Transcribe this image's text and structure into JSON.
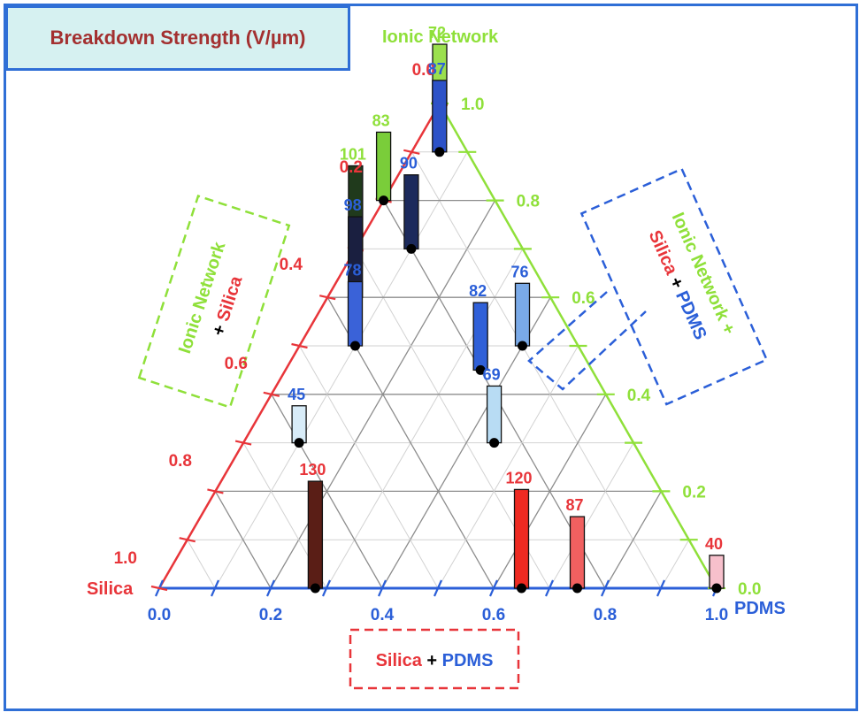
{
  "title": "Breakdown Strength (V/µm)",
  "colors": {
    "silica": "#e8353a",
    "pdms": "#2b5fd8",
    "ionic": "#8fe03a",
    "frame": "#2f6fd6",
    "title_bg": "#d6f1f1",
    "title_text": "#a33030"
  },
  "chart_data": {
    "type": "ternary",
    "vertices": {
      "left": "Silica",
      "right": "PDMS",
      "top": "Ionic Network"
    },
    "axes": {
      "bottom": {
        "component": "PDMS",
        "ticks": [
          "0.0",
          "0.2",
          "0.4",
          "0.6",
          "0.8",
          "1.0"
        ],
        "tick_values": [
          0,
          0.2,
          0.4,
          0.6,
          0.8,
          1.0
        ]
      },
      "left": {
        "component": "Silica",
        "ticks": [
          "0.0",
          "0.2",
          "0.4",
          "0.6",
          "0.8",
          "1.0"
        ],
        "tick_values": [
          0,
          0.2,
          0.4,
          0.6,
          0.8,
          1.0
        ]
      },
      "right": {
        "component": "Ionic Network",
        "ticks": [
          "0.0",
          "0.2",
          "0.4",
          "0.6",
          "0.8",
          "1.0"
        ],
        "tick_values": [
          0,
          0.2,
          0.4,
          0.6,
          0.8,
          1.0
        ]
      }
    },
    "points": [
      {
        "value": 72,
        "pdms": 0.0,
        "ionic": 1.0,
        "label_color": "ionic",
        "bar_color": "#9be04e"
      },
      {
        "value": 87,
        "pdms": 0.05,
        "ionic": 0.9,
        "label_color": "pdms",
        "bar_color": "#2d52c8"
      },
      {
        "value": 83,
        "pdms": 0.0,
        "ionic": 0.8,
        "label_color": "ionic",
        "bar_color": "#7acd3a"
      },
      {
        "value": 101,
        "pdms": 0.0,
        "ionic": 0.7,
        "label_color": "ionic",
        "bar_color": "#203a1c"
      },
      {
        "value": 90,
        "pdms": 0.1,
        "ionic": 0.7,
        "label_color": "pdms",
        "bar_color": "#1c2a5c"
      },
      {
        "value": 98,
        "pdms": 0.05,
        "ionic": 0.6,
        "label_color": "pdms",
        "bar_color": "#1a1f40"
      },
      {
        "value": 78,
        "pdms": 0.1,
        "ionic": 0.5,
        "label_color": "pdms",
        "bar_color": "#3a62d8"
      },
      {
        "value": 82,
        "pdms": 0.35,
        "ionic": 0.45,
        "label_color": "pdms",
        "bar_color": "#3060d8"
      },
      {
        "value": 76,
        "pdms": 0.4,
        "ionic": 0.5,
        "label_color": "pdms",
        "bar_color": "#7aaae8"
      },
      {
        "value": 45,
        "pdms": 0.1,
        "ionic": 0.3,
        "label_color": "pdms",
        "bar_color": "#d8ecf8"
      },
      {
        "value": 69,
        "pdms": 0.45,
        "ionic": 0.3,
        "label_color": "pdms",
        "bar_color": "#b8dcf4"
      },
      {
        "value": 130,
        "pdms": 0.28,
        "ionic": 0.0,
        "label_color": "silica",
        "bar_color": "#5a1e16"
      },
      {
        "value": 120,
        "pdms": 0.65,
        "ionic": 0.0,
        "label_color": "silica",
        "bar_color": "#ee2a22"
      },
      {
        "value": 87,
        "pdms": 0.75,
        "ionic": 0.0,
        "label_color": "silica",
        "bar_color": "#f06060"
      },
      {
        "value": 40,
        "pdms": 1.0,
        "ionic": 0.0,
        "label_color": "silica",
        "bar_color": "#f7c0cc"
      }
    ],
    "region_boxes": [
      {
        "id": "silica-pdms",
        "parts": [
          "Silica",
          "+",
          "PDMS"
        ],
        "color": "#e8353a"
      },
      {
        "id": "ionic-silica",
        "parts": [
          "Ionic Network",
          "+",
          "Silica"
        ],
        "color": "#8fe03a"
      },
      {
        "id": "silica-ionic-pdms",
        "parts": [
          "Silica",
          "+",
          "Ionic Network",
          "+",
          "PDMS"
        ],
        "color": "#2b5fd8"
      }
    ]
  }
}
